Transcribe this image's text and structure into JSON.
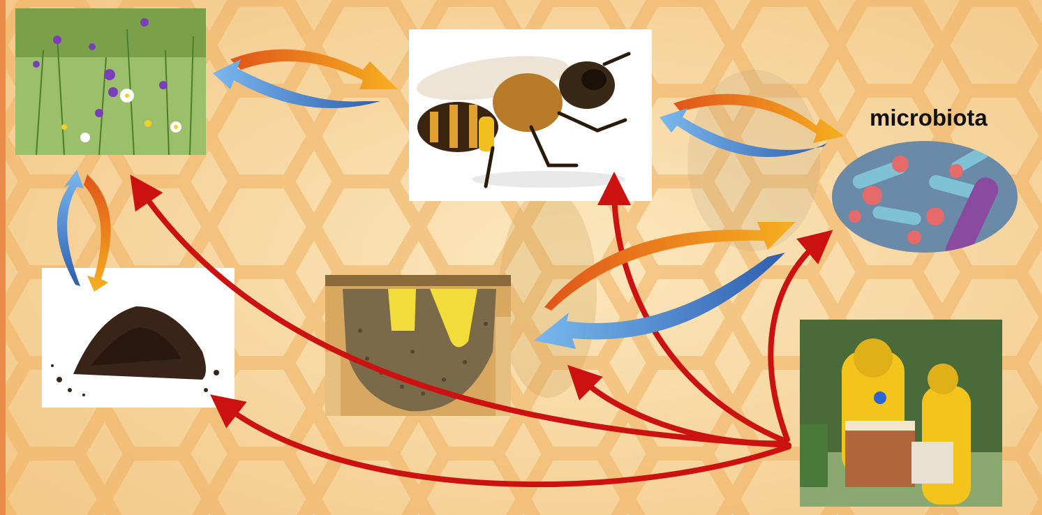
{
  "label": {
    "microbiota": "microbiota"
  },
  "nodes": [
    {
      "id": "flowers",
      "icon": "wildflower-meadow-photo"
    },
    {
      "id": "bee",
      "icon": "honeybee-photo"
    },
    {
      "id": "soil",
      "icon": "soil-pile-photo"
    },
    {
      "id": "hive",
      "icon": "beehive-comb-photo"
    },
    {
      "id": "microbiota",
      "icon": "bacteria-microscopy-photo"
    },
    {
      "id": "beekeepers",
      "icon": "beekeepers-photo"
    }
  ],
  "links": {
    "bidirectional": [
      [
        "flowers",
        "bee"
      ],
      [
        "flowers",
        "soil"
      ],
      [
        "bee",
        "microbiota"
      ],
      [
        "hive",
        "microbiota"
      ]
    ],
    "influence": [
      [
        "beekeepers",
        "flowers"
      ],
      [
        "beekeepers",
        "soil"
      ],
      [
        "beekeepers",
        "hive"
      ],
      [
        "beekeepers",
        "bee"
      ],
      [
        "beekeepers",
        "microbiota"
      ]
    ]
  },
  "colors": {
    "background": "#f6d9a6",
    "honeycomb": "#f0b060",
    "influence_arrow": "#cc1111",
    "orange_arrow": "#f39a1c",
    "blue_arrow": "#4a8fd4",
    "label_text": "#111111"
  }
}
